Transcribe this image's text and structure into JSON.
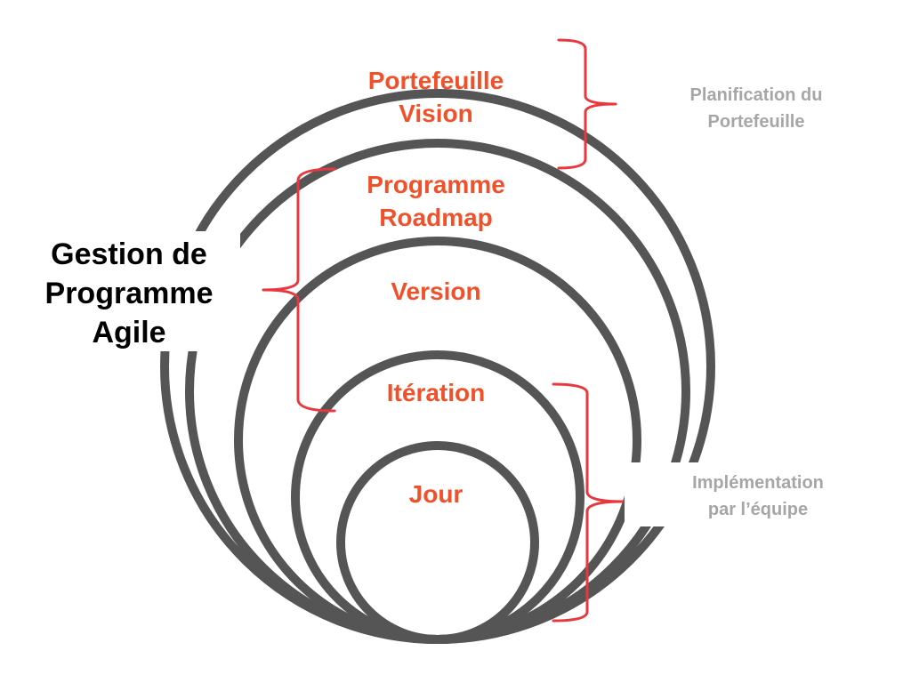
{
  "colors": {
    "ring": "#555555",
    "level_text": "#F0512A",
    "bracket": "#E8383D",
    "side_label": "#A6A6A6",
    "title": "#000000",
    "background": "#FFFFFF"
  },
  "levels": {
    "portfolio": {
      "line1": "Portefeuille",
      "line2": "Vision"
    },
    "program": {
      "line1": "Programme",
      "line2": "Roadmap"
    },
    "release": {
      "line1": "Version"
    },
    "iteration": {
      "line1": "Itération"
    },
    "day": {
      "line1": "Jour"
    }
  },
  "title": {
    "line1": "Gestion de",
    "line2": "Programme",
    "line3": "Agile"
  },
  "side_labels": {
    "portfolio_planning": {
      "line1": "Planification du",
      "line2": "Portefeuille"
    },
    "team_implementation": {
      "line1": "Implémentation",
      "line2": "par l’équipe"
    }
  }
}
